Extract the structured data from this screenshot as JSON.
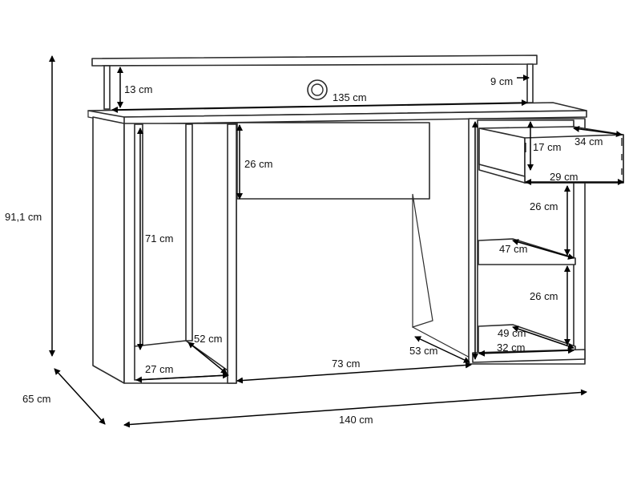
{
  "labels": {
    "height_total": "91,1 cm",
    "depth_total": "65 cm",
    "width_total": "140 cm",
    "hutch_height": "13 cm",
    "hutch_width": "135 cm",
    "hutch_depth": "9 cm",
    "drawer_center_height": "26 cm",
    "left_compartment_height": "71 cm",
    "left_compartment_depth": "52 cm",
    "left_compartment_width": "27 cm",
    "knee_space_width": "73 cm",
    "knee_space_depth": "53 cm",
    "drawer_right_height": "17 cm",
    "drawer_right_depth": "34 cm",
    "drawer_right_width": "29 cm",
    "shelf_upper_height": "26 cm",
    "shelf_depth": "47 cm",
    "shelf_lower_height": "26 cm",
    "bottom_depth": "49 cm",
    "bottom_width": "32 cm"
  },
  "colors": {
    "line": "#2b2b2b",
    "arrow": "#000000",
    "background": "#ffffff"
  }
}
